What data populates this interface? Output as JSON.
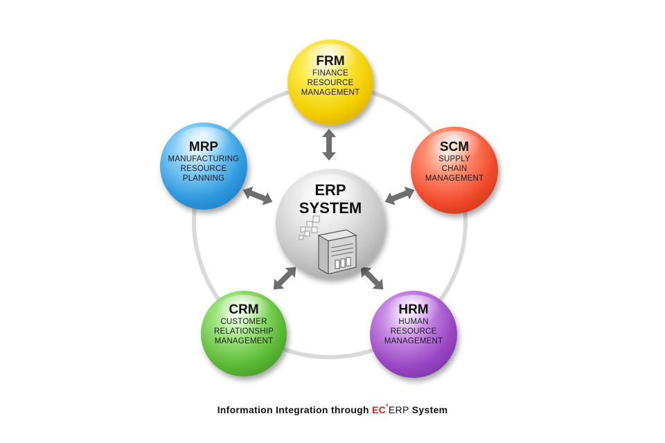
{
  "center": {
    "line1": "ERP",
    "line2": "SYSTEM"
  },
  "modules": {
    "frm": {
      "abbr": "FRM",
      "lines": [
        "FINANCE",
        "RESOURCE",
        "MANAGEMENT"
      ],
      "color": "#f2cf00"
    },
    "scm": {
      "abbr": "SCM",
      "lines": [
        "SUPPLY",
        "CHAIN",
        "MANAGEMENT"
      ],
      "color": "#ef4a2a"
    },
    "mrp": {
      "abbr": "MRP",
      "lines": [
        "MANUFACTURING",
        "RESOURCE",
        "PLANNING"
      ],
      "color": "#2e98df"
    },
    "crm": {
      "abbr": "CRM",
      "lines": [
        "CUSTOMER",
        "RELATIONSHIP",
        "MANAGEMENT"
      ],
      "color": "#5cbb36"
    },
    "hrm": {
      "abbr": "HRM",
      "lines": [
        "HUMAN",
        "RESOURCE",
        "MANAGEMENT"
      ],
      "color": "#9a49c4"
    }
  },
  "caption": {
    "prefix": "Information Integration through ",
    "brand": "EC",
    "brand_mark": "*",
    "brand_suffix": "ERP",
    "suffix": " System"
  },
  "colors": {
    "ring": "#d9d9d9",
    "arrow": "#6e6e6e",
    "brand": "#e02020"
  },
  "icons": {
    "center": "server-icon",
    "connectors": "double-arrow-icon"
  }
}
